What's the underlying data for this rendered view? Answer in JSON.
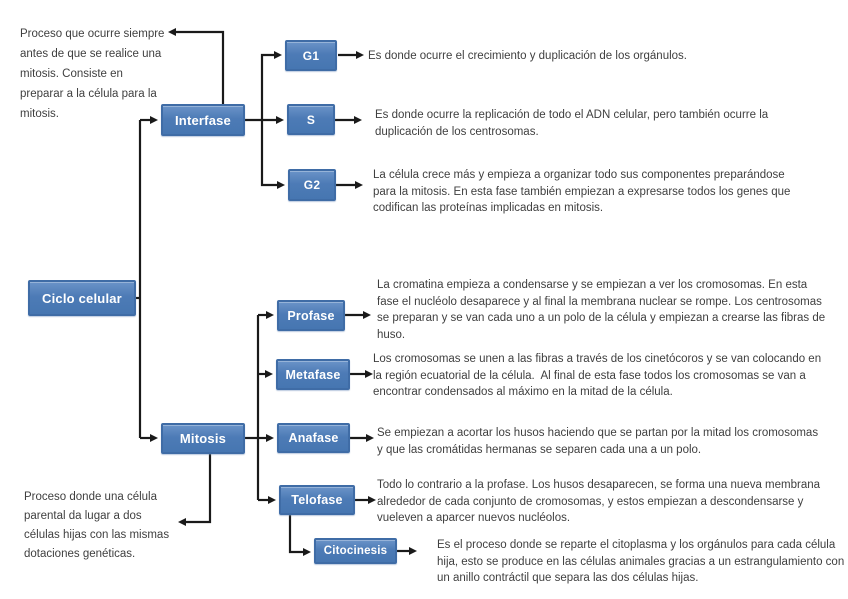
{
  "diagram_title": "Ciclo celular",
  "colors": {
    "box_fill": "#4d7bb6",
    "box_border": "#3f6ca6",
    "box_text": "#ffffff",
    "body_text": "#3f3f3f",
    "connector": "#1a1a1a",
    "background": "#ffffff"
  },
  "nodes": {
    "ciclo": {
      "label": "Ciclo celular"
    },
    "interfase": {
      "label": "Interfase"
    },
    "g1": {
      "label": "G1"
    },
    "s": {
      "label": "S"
    },
    "g2": {
      "label": "G2"
    },
    "mitosis": {
      "label": "Mitosis"
    },
    "profase": {
      "label": "Profase"
    },
    "metafase": {
      "label": "Metafase"
    },
    "anafase": {
      "label": "Anafase"
    },
    "telofase": {
      "label": "Telofase"
    },
    "citocinesis": {
      "label": "Citocinesis"
    }
  },
  "notes": {
    "interfase": "Proceso que ocurre siempre\nantes de que se realice una\nmitosis. Consiste en\npreparar a la célula para la\nmitosis.",
    "mitosis": "Proceso donde una célula\nparental da lugar a dos\ncélulas hijas con las mismas\ndotaciones genéticas."
  },
  "descriptions": {
    "g1": "Es donde ocurre el crecimiento y duplicación de los orgánulos.",
    "s": "Es donde ocurre la replicación de todo el ADN celular, pero también ocurre la\nduplicación de los centrosomas.",
    "g2": "La célula crece más y empieza a organizar todo sus componentes preparándose\npara la mitosis. En esta fase también empiezan a expresarse todos los genes que\ncodifican las proteínas implicadas en mitosis.",
    "profase": "La cromatina empieza a condensarse y se empiezan a ver los cromosomas. En esta\nfase el nucléolo desaparece y al final la membrana nuclear se rompe. Los centrosomas\nse preparan y se van cada uno a un polo de la célula y empiezan a crearse las fibras de\nhuso.",
    "metafase": "Los cromosomas se unen a las fibras a través de los cinetócoros y se van colocando en\nla región ecuatorial de la célula.  Al final de esta fase todos los cromosomas se van a\nencontrar condensados al máximo en la mitad de la célula.",
    "anafase": "Se empiezan a acortar los husos haciendo que se partan por la mitad los cromosomas\ny que las cromátidas hermanas se separen cada una a un polo.",
    "telofase": "Todo lo contrario a la profase. Los husos desaparecen, se forma una nueva membrana\nalrededor de cada conjunto de cromosomas, y estos empiezan a descondensarse y\nvueleven a aparcer nuevos nucléolos.",
    "citocinesis": "Es el proceso donde se reparte el citoplasma y los orgánulos para cada célula\nhija, esto se produce en las células animales gracias a un estrangulamiento con\nun anillo contráctil que separa las dos células hijas."
  }
}
